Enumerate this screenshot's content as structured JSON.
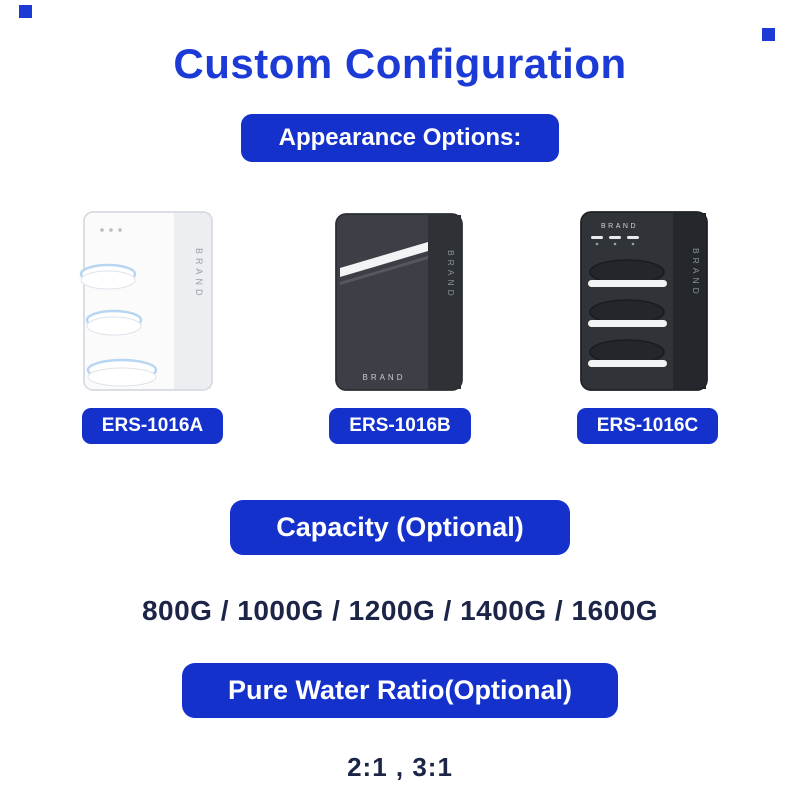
{
  "page": {
    "title": "Custom Configuration",
    "appearance_header": "Appearance Options:",
    "capacity_header": "Capacity (Optional)",
    "capacity_values": "800G / 1000G / 1200G / 1400G / 1600G",
    "ratio_header": "Pure Water Ratio(Optional)",
    "ratio_values": "2:1 , 3:1"
  },
  "brand_label": "BRAND",
  "products": [
    {
      "model": "ERS-1016A",
      "color": "white"
    },
    {
      "model": "ERS-1016B",
      "color": "dark-gray"
    },
    {
      "model": "ERS-1016C",
      "color": "black"
    }
  ],
  "colors": {
    "accent_blue": "#1b3ad6",
    "pill_blue": "#1531cb",
    "dark_text": "#1c2547"
  }
}
